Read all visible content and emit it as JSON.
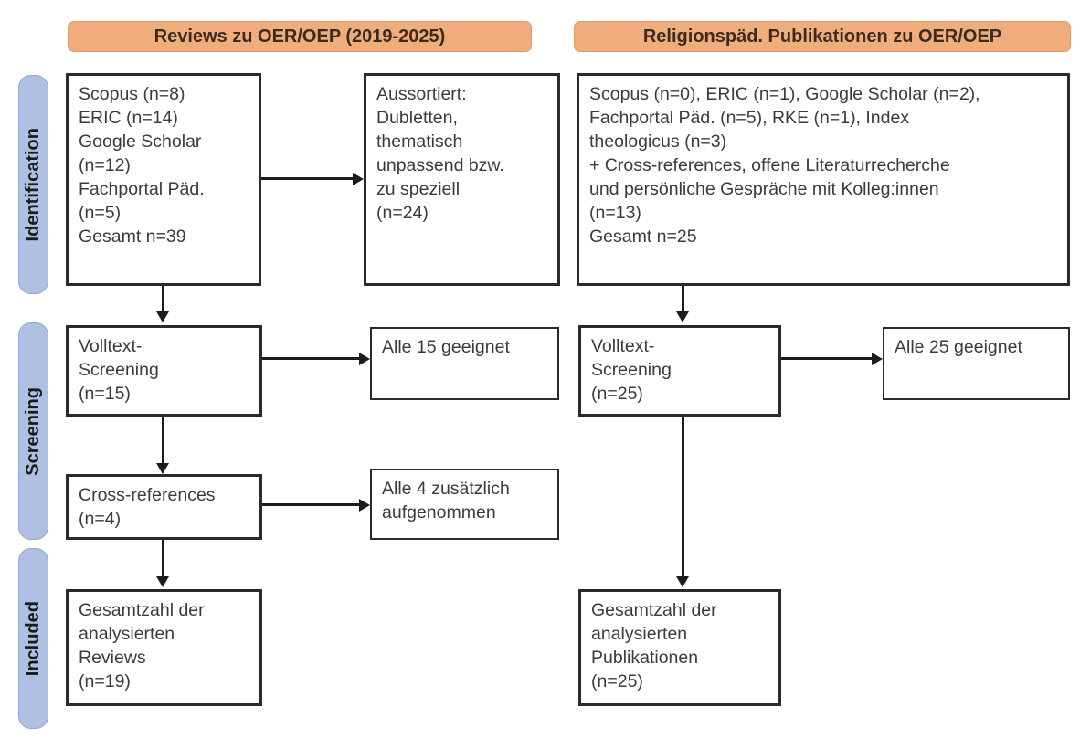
{
  "diagram": {
    "title": "PRISMA Flussdiagramm",
    "colors": {
      "stage_fill": "#AEC1E3",
      "header_fill": "#F0AD7C",
      "box_border": "#2B2B2B",
      "text": "#3B3B3B"
    }
  },
  "stages": [
    {
      "label": "Identification"
    },
    {
      "label": "Screening"
    },
    {
      "label": "Included"
    }
  ],
  "columns": [
    {
      "header": "Reviews zu OER/OEP (2019-2025)"
    },
    {
      "header": "Religionspäd. Publikationen zu OER/OEP"
    }
  ],
  "boxes": {
    "left_sources": "Scopus (n=8)\nERIC (n=14)\nGoogle Scholar\n(n=12)\nFachportal Päd.\n(n=5)\nGesamt n=39",
    "left_excluded": "Aussortiert:\nDubletten,\nthematisch\nunpassend bzw.\nzu speziell\n(n=24)",
    "left_fulltext": "Volltext-\nScreening\n(n=15)",
    "left_eligible": "Alle 15 geeignet",
    "left_crossrefs": "Cross-references\n(n=4)",
    "left_crossrefs_result": "Alle 4 zusätzlich\naufgenommen",
    "left_included": "Gesamtzahl der\nanalysierten\nReviews\n(n=19)",
    "right_sources": "Scopus (n=0), ERIC (n=1), Google Scholar (n=2),\nFachportal Päd. (n=5), RKE (n=1), Index\ntheologicus (n=3)\n+ Cross-references, offene Literaturrecherche\nund persönliche Gespräche mit Kolleg:innen\n(n=13)\nGesamt n=25",
    "right_fulltext": "Volltext-\nScreening\n(n=25)",
    "right_eligible": "Alle 25 geeignet",
    "right_included": "Gesamtzahl der\nanalysierten\nPublikationen\n(n=25)"
  },
  "chart_data": {
    "type": "diagram",
    "title": "PRISMA-Flussdiagramm: Reviews und religionspädagogische Publikationen zu OER/OEP",
    "stages": [
      "Identification",
      "Screening",
      "Included"
    ],
    "columns": [
      {
        "name": "Reviews zu OER/OEP (2019-2025)",
        "sources": [
          {
            "database": "Scopus",
            "n": 8
          },
          {
            "database": "ERIC",
            "n": 14
          },
          {
            "database": "Google Scholar",
            "n": 12
          },
          {
            "database": "Fachportal Päd.",
            "n": 5
          }
        ],
        "total_identified": 39,
        "excluded": {
          "reasons": "Dubletten, thematisch unpassend bzw. zu speziell",
          "n": 24
        },
        "fulltext_screening": 15,
        "eligible_after_fulltext": 15,
        "cross_references": 4,
        "cross_references_added": 4,
        "included_total": 19
      },
      {
        "name": "Religionspäd. Publikationen zu OER/OEP",
        "sources": [
          {
            "database": "Scopus",
            "n": 0
          },
          {
            "database": "ERIC",
            "n": 1
          },
          {
            "database": "Google Scholar",
            "n": 2
          },
          {
            "database": "Fachportal Päd.",
            "n": 5
          },
          {
            "database": "RKE",
            "n": 1
          },
          {
            "database": "Index theologicus",
            "n": 3
          },
          {
            "database": "Cross-references, offene Literaturrecherche und persönliche Gespräche mit Kolleg:innen",
            "n": 13
          }
        ],
        "total_identified": 25,
        "excluded": null,
        "fulltext_screening": 25,
        "eligible_after_fulltext": 25,
        "included_total": 25
      }
    ]
  }
}
